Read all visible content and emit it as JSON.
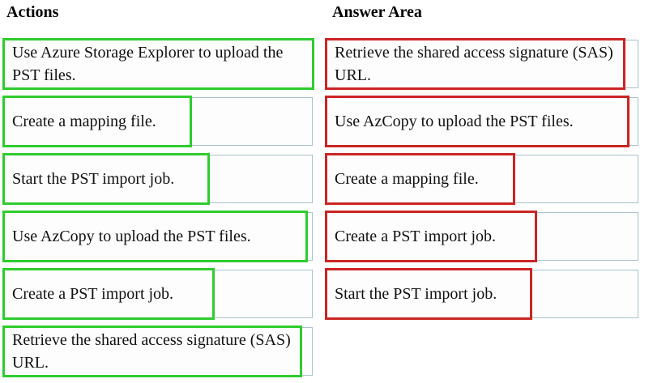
{
  "colors": {
    "action_highlight": "#2fcc2f",
    "answer_highlight": "#cc2424",
    "box_border": "#a9c4cc",
    "box_fill": "#fdfdfd"
  },
  "actions_column": {
    "title": "Actions",
    "items": [
      {
        "label": "Use Azure Storage Explorer to upload the PST files.",
        "highlight_width": 385
      },
      {
        "label": "Create a mapping file.",
        "highlight_width": 234
      },
      {
        "label": "Start the PST import job.",
        "highlight_width": 256
      },
      {
        "label": "Use AzCopy to upload the PST files.",
        "highlight_width": 377
      },
      {
        "label": "Create a PST import job.",
        "highlight_width": 262
      },
      {
        "label": "Retrieve the shared access signature (SAS) URL.",
        "highlight_width": 370
      }
    ]
  },
  "answer_column": {
    "title": "Answer Area",
    "items": [
      {
        "label": "Retrieve the shared access signature (SAS) URL.",
        "highlight_width": 371
      },
      {
        "label": "Use AzCopy to upload the PST files.",
        "highlight_width": 376
      },
      {
        "label": "Create a mapping file.",
        "highlight_width": 235
      },
      {
        "label": "Create a PST import job.",
        "highlight_width": 262
      },
      {
        "label": "Start the PST import job.",
        "highlight_width": 256
      }
    ]
  }
}
